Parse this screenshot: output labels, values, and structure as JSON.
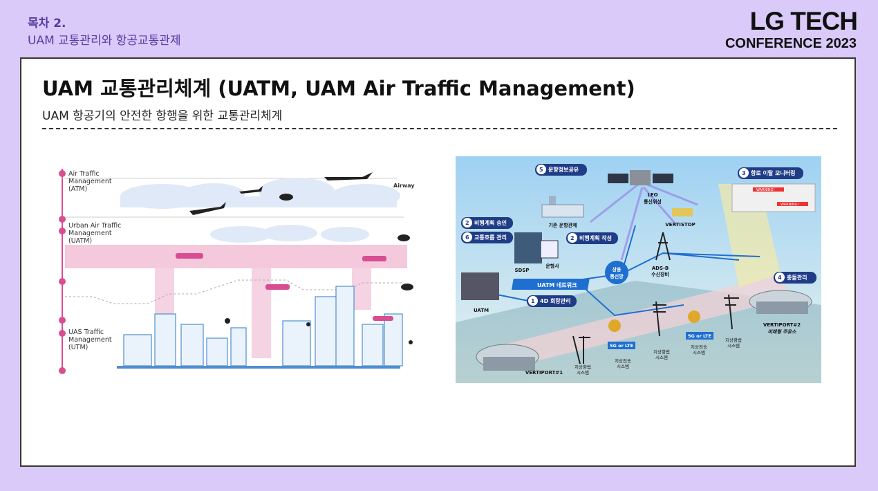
{
  "header": {
    "section": "목차 2.",
    "subtitle": "UAM 교통관리와 항공교통관제",
    "logo_line1": "LG TECH",
    "logo_line2": "CONFERENCE 2023"
  },
  "slide": {
    "title": "UAM 교통관리체계 (UATM, UAM Air Traffic Management)",
    "subtitle": "UAM 항공기의 안전한 항행을 위한 교통관리체계"
  },
  "left_figure": {
    "airway": "Airway",
    "layers": [
      {
        "line1": "Air Traffic",
        "line2": "Management",
        "line3": "(ATM)"
      },
      {
        "line1": "Urban Air Traffic",
        "line2": "Management",
        "line3": "(UATM)"
      },
      {
        "line1": "UAS Traffic",
        "line2": "Management",
        "line3": "(UTM)"
      }
    ]
  },
  "right_figure": {
    "steps": {
      "s5": "운항정보공유",
      "s3": "항로 이탈 모니터링",
      "s2a": "비행계획 승인",
      "s6": "교통흐름 관리",
      "s2b": "비행계획 작성",
      "s4": "충돌관리",
      "s1": "4D 회랑관리"
    },
    "nums": {
      "n5": "5",
      "n3": "3",
      "n2a": "2",
      "n6": "6",
      "n2b": "2",
      "n4": "4",
      "n1": "1"
    },
    "labels": {
      "leo1": "LEO",
      "leo2": "통신위성",
      "atc": "기존 운항관제",
      "vertistop": "VERTISTOP",
      "operator": "운항사",
      "sdsp": "SDSP",
      "comm1": "상용",
      "comm2": "통신망",
      "adsb1": "ADS-B",
      "adsb2": "수신장비",
      "network": "UATM 네트워크",
      "uatm": "UATM",
      "vp1": "VERTIPORT#1",
      "vp2": "VERTIPORT#2",
      "vp2_sub": "미래형 주유소",
      "lte1": "5G or LTE",
      "lte2": "5G or LTE",
      "nav1a": "지상항법",
      "nav1b": "시스템",
      "tx1a": "지상전송",
      "tx1b": "시스템",
      "nav2a": "지상항법",
      "nav2b": "시스템",
      "tx2a": "지상전송",
      "tx2b": "시스템",
      "nav3a": "지상항법",
      "nav3b": "시스템",
      "warning": "WARNING!"
    }
  }
}
